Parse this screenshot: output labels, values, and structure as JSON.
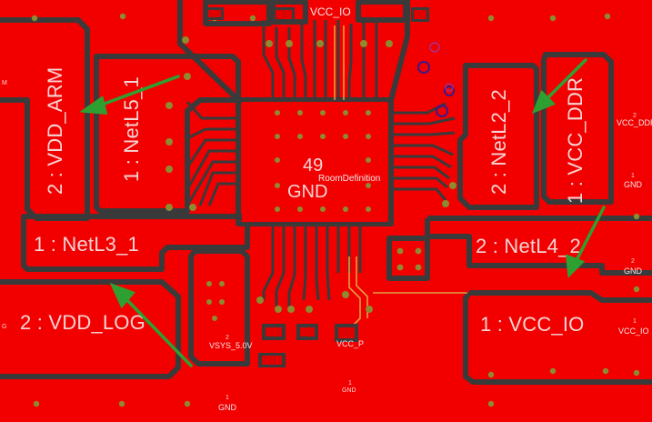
{
  "nets": {
    "vdd_arm": "2 : VDD_ARM",
    "netl5": "1 : NetL5_1",
    "netl2": "2 : NetL2_2",
    "vcc_ddr": "1 : VCC_DDR",
    "netl3": "1 : NetL3_1",
    "netl4": "2 : NetL4_2",
    "vdd_log": "2 : VDD_LOG",
    "vcc_io_big": "1 : VCC_IO"
  },
  "center": {
    "pin": "49",
    "gnd": "GND",
    "room": "RoomDefinition"
  },
  "small_labels": {
    "top_vcc_io": "VCC_IO",
    "vsys_num": "2",
    "vsys": "VSYS_5.0V",
    "vcc_p": "VCC_P",
    "gnd_bottom_num": "1",
    "gnd_bottom": "GND",
    "gnd_b2_num": "1",
    "gnd_b2": "GND",
    "right_gnd1_num": "1",
    "right_gnd1": "GND",
    "right_gnd2_num": "2",
    "right_gnd2": "GND",
    "right_vccio_num": "1",
    "right_vccio": "VCC_IO",
    "right_vccddr_num": "2",
    "right_vccddr": "VCC_DDR",
    "left_m": "M",
    "left_g": "G"
  },
  "colors": {
    "copper": "#f20000",
    "clearance": "#3c3c3c",
    "via": "#a7a040",
    "arrow": "#2ea032",
    "label": "#f4d4d4",
    "highlight": "#e0a040"
  }
}
